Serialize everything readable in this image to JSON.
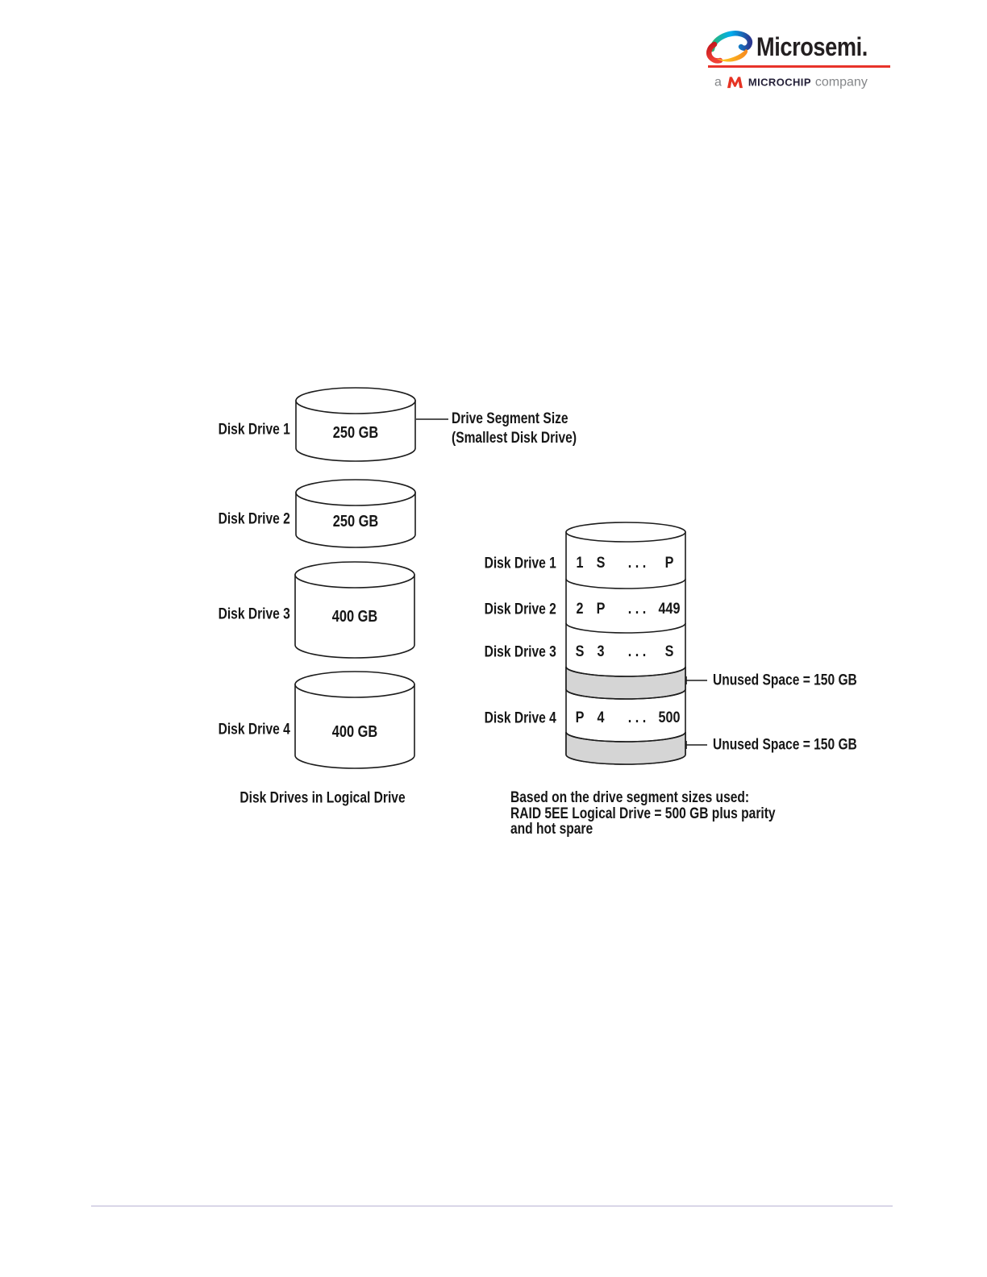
{
  "header": {
    "brand": "Microsemi.",
    "tagline": {
      "prefix": "a",
      "brand_text": "MICROCHIP",
      "suffix": "company"
    }
  },
  "diagram": {
    "left_group": {
      "drives": [
        {
          "label": "Disk Drive 1",
          "size": "250 GB"
        },
        {
          "label": "Disk Drive 2",
          "size": "250 GB"
        },
        {
          "label": "Disk Drive 3",
          "size": "400 GB"
        },
        {
          "label": "Disk Drive 4",
          "size": "400 GB"
        }
      ],
      "callout": [
        "Drive Segment Size",
        "(Smallest Disk Drive)"
      ],
      "caption": "Disk Drives in Logical Drive"
    },
    "right_group": {
      "rows": [
        {
          "label": "Disk Drive 1",
          "cells": [
            "1",
            "S",
            ". . .",
            "P"
          ]
        },
        {
          "label": "Disk Drive 2",
          "cells": [
            "2",
            "P",
            ". . .",
            "449"
          ]
        },
        {
          "label": "Disk Drive 3",
          "cells": [
            "S",
            "3",
            ". . .",
            "S"
          ]
        },
        {
          "label": "Disk Drive 4",
          "cells": [
            "P",
            "4",
            ". . .",
            "500"
          ]
        }
      ],
      "unused_labels": [
        "Unused Space = 150 GB",
        "Unused Space = 150 GB"
      ],
      "caption": [
        "Based on the drive segment sizes used:",
        "RAID 5EE Logical Drive = 500 GB plus parity",
        "and hot spare"
      ]
    },
    "colors": {
      "accent_red": "#e8332a",
      "unused_gray": "#d5d5d5",
      "footer_divider": "#d9d6e8",
      "line_black": "#1c1c1c"
    },
    "icons": [
      "microsemi-swirl-icon",
      "microchip-m-icon"
    ]
  }
}
